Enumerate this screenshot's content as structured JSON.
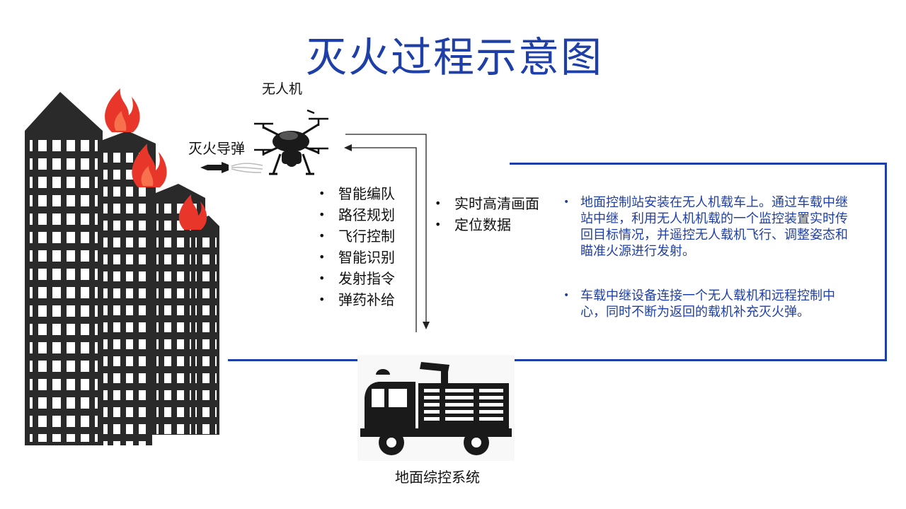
{
  "title": "灭火过程示意图",
  "labels": {
    "drone": "无人机",
    "missile": "灭火导弹",
    "ground_system": "地面综控系统"
  },
  "uplink_items": [
    "智能编队",
    "路径规划",
    "飞行控制",
    "智能识别",
    "发射指令",
    "弹药补给"
  ],
  "downlink_items": [
    "实时高清画面",
    "定位数据"
  ],
  "descriptions": [
    "地面控制站安装在无人机载车上。通过车载中继站中继，利用无人机机载的一个监控装置实时传回目标情况，并遥控无人载机飞行、调整姿态和瞄准火源进行发射。",
    "车载中继设备连接一个无人载机和远程控制中心，同时不断为返回的载机补充灭火弹。"
  ],
  "colors": {
    "accent": "#1f3fa8",
    "fire": "#e8372a",
    "building": "#2a2a2a"
  },
  "icons": [
    "burning-building-icon",
    "drone-icon",
    "missile-icon",
    "fire-truck-icon"
  ]
}
